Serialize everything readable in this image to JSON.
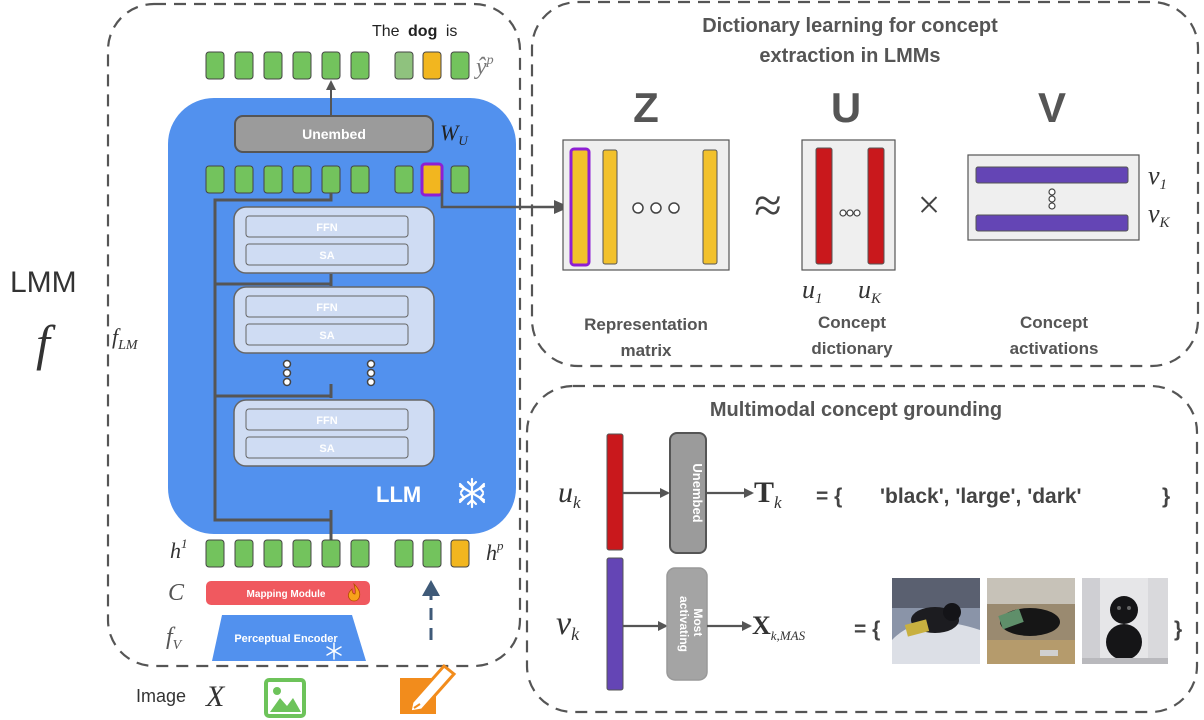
{
  "colors": {
    "token_green": "#73c35d",
    "token_orange": "#f2b61f",
    "llm_blue": "#5291ee",
    "block_fill": "#cfdcf3",
    "unembed_gray": "#9b9b9b",
    "mapping_red": "#f0595f",
    "concept_red": "#c9181c",
    "concept_purple": "#6445b5",
    "highlight_purple": "#8e1fd3",
    "bar_orange": "#f2c12c",
    "matrix_gray": "#efefef",
    "dash_gray": "#555555"
  },
  "left": {
    "lmm_label": "LMM",
    "f_label": "f",
    "f_lm_label": "f",
    "f_lm_sub": "LM",
    "sentence": {
      "the": "The",
      "dog": "dog",
      "is": "is"
    },
    "y_hat": "ŷ",
    "y_sup": "p",
    "unembed_label": "Unembed",
    "w_u": "W",
    "w_u_sub": "U",
    "ffn_label": "FFN",
    "sa_label": "SA",
    "llm_label": "LLM",
    "snowflake_icon": "snowflake-icon",
    "h1": "h",
    "h1_sup": "1",
    "hp": "h",
    "hp_sup": "p",
    "c_label": "C",
    "mapping_label": "Mapping Module",
    "flame_icon": "flame-icon",
    "fv_label": "f",
    "fv_sub": "V",
    "encoder_label": "Perceptual Encoder",
    "image_label": "Image",
    "x_label": "X",
    "image_icon": "image-icon",
    "edit_icon": "edit-icon"
  },
  "top_panel": {
    "title_line1": "Dictionary learning for concept",
    "title_line2": "extraction in LMMs",
    "z": "Z",
    "u": "U",
    "v": "V",
    "approx": "≈",
    "times": "×",
    "u1": "u",
    "u1_sub": "1",
    "uk": "u",
    "uk_sub": "K",
    "v1": "v",
    "v1_sub": "1",
    "vk": "v",
    "vk_sub": "K",
    "caption_z_1": "Representation",
    "caption_z_2": "matrix",
    "caption_u_1": "Concept",
    "caption_u_2": "dictionary",
    "caption_v_1": "Concept",
    "caption_v_2": "activations"
  },
  "bottom_panel": {
    "title": "Multimodal concept grounding",
    "uk": "u",
    "uk_sub": "k",
    "vk": "v",
    "vk_sub": "k",
    "unembed_label": "Unembed",
    "most_line1": "Most",
    "most_line2": "activating",
    "tk": "T",
    "tk_sub": "k",
    "eq_open": "= {",
    "words": "'black', 'large', 'dark'",
    "close": "}",
    "xk": "X",
    "xk_sub": "k,MAS",
    "eq_open2": "= {",
    "close2": "}",
    "image_icon": "photo-thumbnail"
  }
}
